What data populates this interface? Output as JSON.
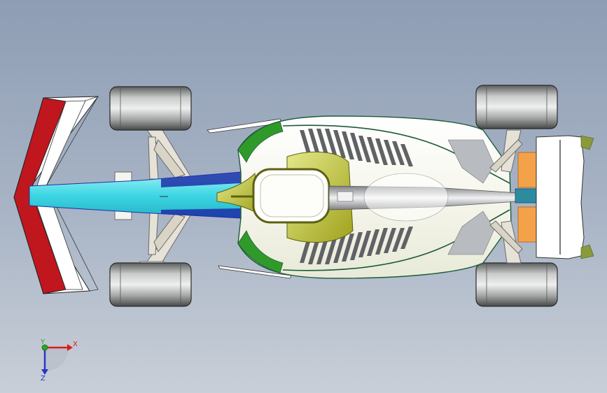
{
  "viewport": {
    "background_top": "#8e9db4",
    "background_bottom": "#c9cfd8"
  },
  "model": {
    "colors": {
      "front_wing_red": "#c0161e",
      "nose_cyan": "#47dce8",
      "nose_blue": "#1e2fa8",
      "body_white": "#fbfbf4",
      "body_green": "#2f9a2a",
      "edge_green": "#1c5a3a",
      "halo_yellow": "#c8cc3a",
      "rear_orange": "#f4a24a",
      "tyre_gray": "#8a8c8c"
    }
  },
  "triad": {
    "x_label": "X",
    "y_label": "Y",
    "z_label": "Z",
    "x_color": "#d8201a",
    "y_color": "#27a827",
    "z_color": "#2438c8"
  }
}
